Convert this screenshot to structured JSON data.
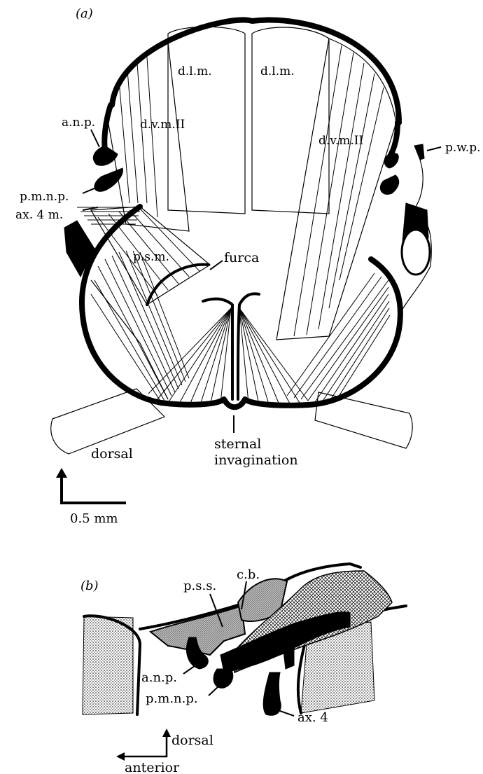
{
  "panel_a": {
    "panel_label": "(a)",
    "labels": {
      "dlm_left": "d.l.m.",
      "dlm_right": "d.l.m.",
      "dvm_left": "d.v.m.II",
      "dvm_right": "d.v.m.II",
      "anp": "a.n.p.",
      "pmnp": "p.m.n.p.",
      "ax4m": "ax. 4  m.",
      "psm": "p.s.m.",
      "furca": "furca",
      "pwp": "p.w.p.",
      "dorsal": "dorsal",
      "sternal_1": "sternal",
      "sternal_2": "invagination"
    },
    "scale_bar": "0.5 mm"
  },
  "panel_b": {
    "panel_label": "(b)",
    "labels": {
      "pss": "p.s.s.",
      "cb": "c.b.",
      "anp": "a.n.p.",
      "pmnp": "p.m.n.p.",
      "ax4": "ax. 4"
    },
    "axis_dorsal": "dorsal",
    "axis_anterior": "anterior"
  }
}
